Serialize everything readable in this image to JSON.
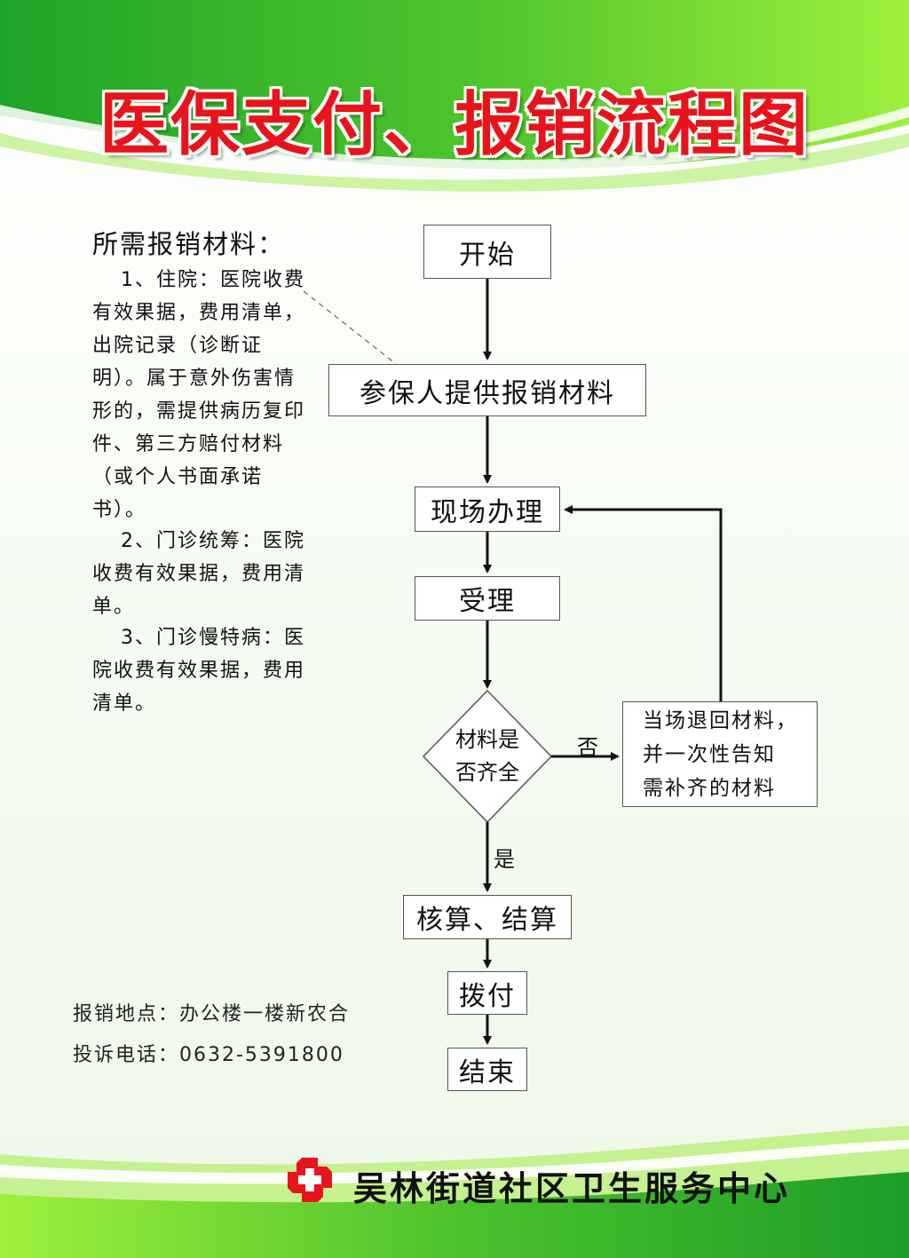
{
  "title": "医保支付、报销流程图",
  "materials": {
    "heading": "所需报销材料：",
    "items": [
      "1、住院：医院收费有效果据，费用清单，出院记录（诊断证明）。属于意外伤害情形的，需提供病历复印件、第三方赔付材料（或个人书面承诺书）。",
      "2、门诊统筹：医院收费有效果据，费用清单。",
      "3、门诊慢特病：医院收费有效果据，费用清单。"
    ]
  },
  "info": {
    "location": "报销地点：办公楼一楼新农合",
    "phone": "投诉电话：0632-5391800"
  },
  "flow": {
    "start": "开始",
    "submit": "参保人提供报销材料",
    "onsite": "现场办理",
    "accept": "受理",
    "decision_line1": "材料是",
    "decision_line2": "否齐全",
    "no_label": "否",
    "yes_label": "是",
    "return_line1": "当场退回材料，",
    "return_line2": "并一次性告知",
    "return_line3": "需补齐的材料",
    "settle": "核算、结算",
    "pay": "拨付",
    "end": "结束"
  },
  "footer": {
    "organization": "吴林街道社区卫生服务中心",
    "logo_icon": "red-cross-logo-icon"
  },
  "colors": {
    "title_red": "#e8141b",
    "green_dark": "#21a828",
    "green_light": "#9be83a"
  }
}
